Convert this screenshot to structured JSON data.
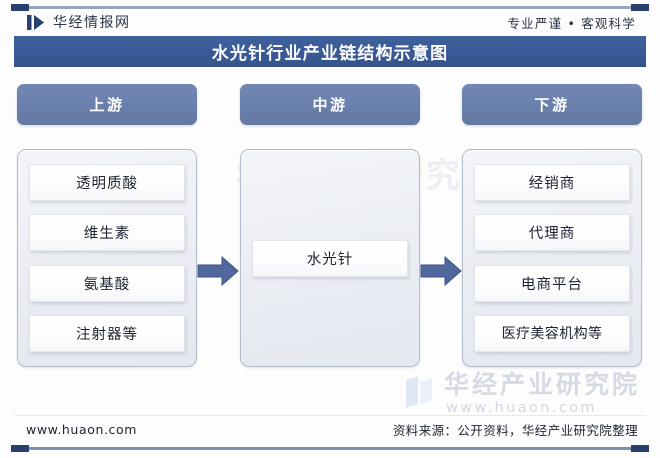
{
  "brand": {
    "logo_icon": "bar-triangle-logo-icon",
    "name": "华经情报网",
    "tagline": "专业严谨 • 客观科学"
  },
  "title": "水光针行业产业链结构示意图",
  "watermark": {
    "center": "华经产业研究院",
    "bottom_cn": "华经产业研究院",
    "bottom_url": "www.huaon.com"
  },
  "columns": [
    {
      "key": "upstream",
      "header": "上游",
      "nodes": [
        {
          "label": "透明质酸"
        },
        {
          "label": "维生素"
        },
        {
          "label": "氨基酸"
        },
        {
          "label": "注射器等"
        }
      ]
    },
    {
      "key": "midstream",
      "header": "中游",
      "nodes": [
        {
          "label": "水光针"
        }
      ]
    },
    {
      "key": "downstream",
      "header": "下游",
      "nodes": [
        {
          "label": "经销商"
        },
        {
          "label": "代理商"
        },
        {
          "label": "电商平台"
        },
        {
          "label": "医疗美容机构等"
        }
      ]
    }
  ],
  "arrows": [
    {
      "name": "arrow-upstream-to-midstream",
      "direction": "right"
    },
    {
      "name": "arrow-midstream-to-downstream",
      "direction": "right"
    }
  ],
  "footer": {
    "site": "www.huaon.com",
    "source": "资料来源：公开资料，华经产业研究院整理"
  },
  "colors": {
    "title_bar": "#3a5a96",
    "column_header": "#6a80ad",
    "arrow": "#51689f",
    "rule": "#9aa6bb",
    "rule_cap": "#27406e",
    "panel_bg": "#eaedf3",
    "node_bg": "#ffffff"
  }
}
